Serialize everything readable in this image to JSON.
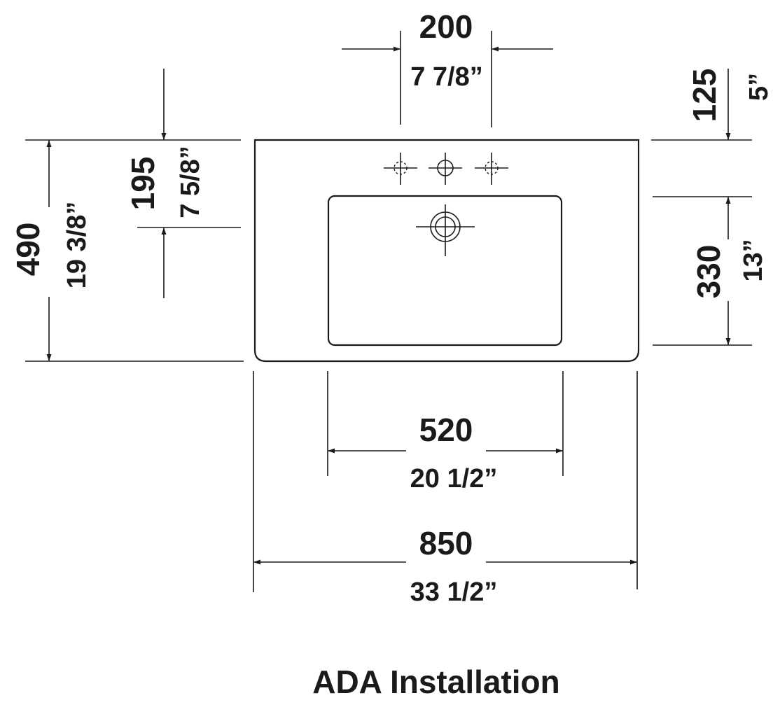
{
  "dimensions": {
    "tap_spacing": {
      "mm": "200",
      "inch": "7 7/8”"
    },
    "top_offset": {
      "mm": "125",
      "inch": "5”"
    },
    "tap_depth": {
      "mm": "195",
      "inch": "7 5/8”"
    },
    "total_depth": {
      "mm": "490",
      "inch": "19 3/8”"
    },
    "bowl_depth": {
      "mm": "330",
      "inch": "13”"
    },
    "bowl_width": {
      "mm": "520",
      "inch": "20 1/2”"
    },
    "total_width": {
      "mm": "850",
      "inch": "33 1/2”"
    }
  },
  "caption": "ADA Installation"
}
